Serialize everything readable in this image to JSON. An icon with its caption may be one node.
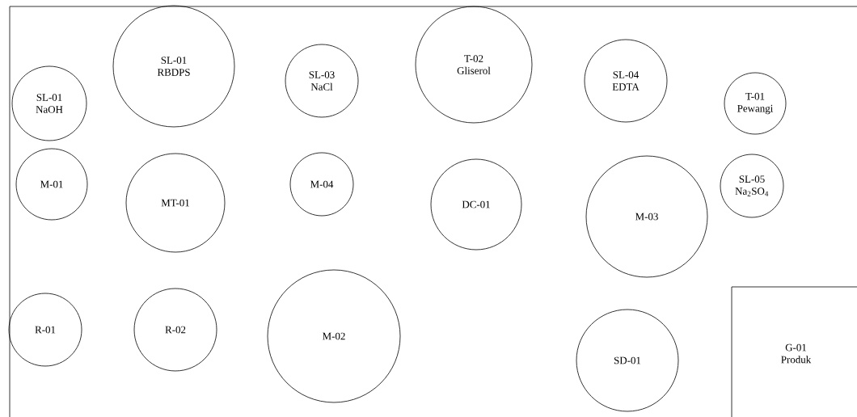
{
  "diagram": {
    "nodes": [
      {
        "text": [
          "SL-01",
          "NaOH"
        ]
      },
      {
        "text": [
          "SL-01",
          "RBDPS"
        ]
      },
      {
        "text": [
          "SL-03",
          "NaCl"
        ]
      },
      {
        "text": [
          "T-02",
          "Gliserol"
        ]
      },
      {
        "text": [
          "SL-04",
          "EDTA"
        ]
      },
      {
        "text": [
          "T-01",
          "Pewangi"
        ]
      },
      {
        "text": [
          "M-01"
        ]
      },
      {
        "text": [
          "MT-01"
        ]
      },
      {
        "text": [
          "M-04"
        ]
      },
      {
        "text": [
          "DC-01"
        ]
      },
      {
        "text": [
          "M-03"
        ]
      },
      {
        "text": [
          "SL-05",
          "Na$_{2}$SO$_{4}$"
        ]
      },
      {
        "text": [
          "R-01"
        ]
      },
      {
        "text": [
          "R-02"
        ]
      },
      {
        "text": [
          "M-02"
        ]
      },
      {
        "text": [
          "SD-01"
        ]
      },
      {
        "text": [
          "G-01",
          "Produk"
        ]
      }
    ]
  }
}
